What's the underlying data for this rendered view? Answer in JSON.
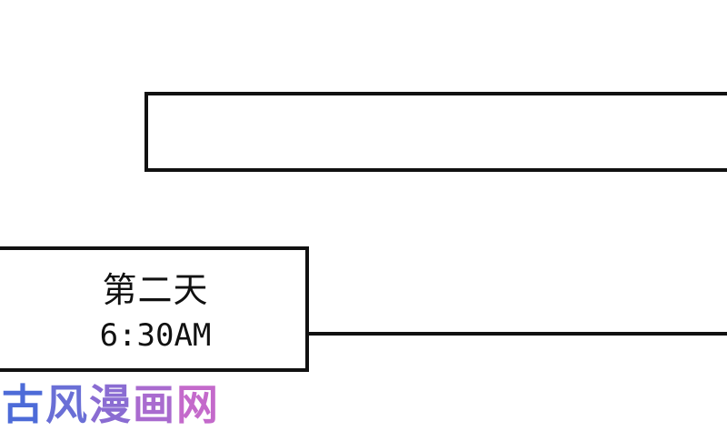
{
  "caption": {
    "day_label": "第二天",
    "time_label": "6:30AM"
  },
  "watermark": {
    "chars": [
      "古",
      "风",
      "漫",
      "画",
      "网"
    ],
    "colors": [
      "#4d6bd8",
      "#6a6fd6",
      "#8a6cd2",
      "#a96bcf",
      "#c46acb"
    ]
  }
}
